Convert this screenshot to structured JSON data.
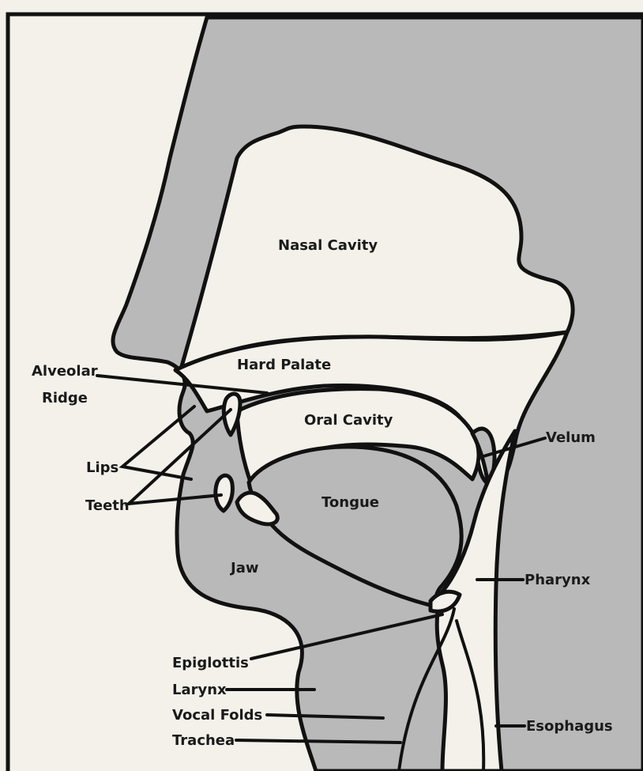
{
  "labels": {
    "nasal_cavity": "Nasal Cavity",
    "hard_palate": "Hard Palate",
    "oral_cavity": "Oral Cavity",
    "tongue": "Tongue",
    "jaw": "Jaw",
    "alveolar_ridge_line1": "Alveolar",
    "alveolar_ridge_line2": "Ridge",
    "lips": "Lips",
    "teeth": "Teeth",
    "velum": "Velum",
    "pharynx": "Pharynx",
    "epiglottis": "Epiglottis",
    "larynx": "Larynx",
    "vocal_folds": "Vocal Folds",
    "trachea": "Trachea",
    "esophagus": "Esophagus"
  },
  "colors": {
    "tissue": "#b9b9b9",
    "cavity": "#f3f1ea",
    "outline": "#111111"
  }
}
